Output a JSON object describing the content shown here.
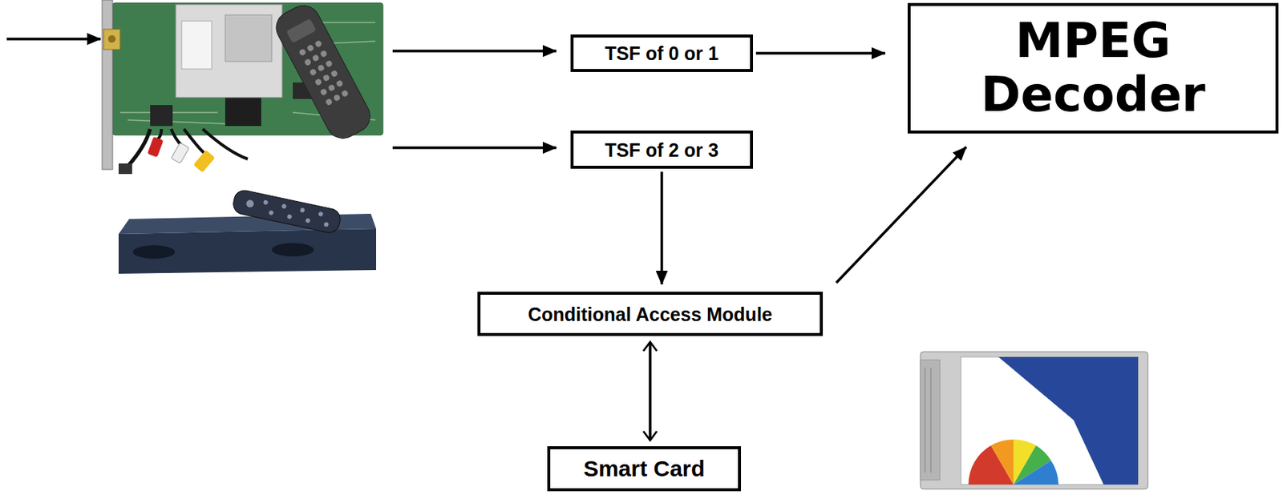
{
  "diagram": {
    "nodes": [
      {
        "text": [
          "TSF of 0 or 1"
        ]
      },
      {
        "text": [
          "MPEG Decoder"
        ]
      },
      {
        "text": [
          "TSF of 2 or 3"
        ]
      },
      {
        "text": [
          "Conditional Access Module"
        ]
      },
      {
        "text": [
          "Smart Card"
        ]
      }
    ],
    "edges": [
      {
        "from": 0,
        "to": 1,
        "arrow": "to"
      },
      {
        "from": 2,
        "to": 3,
        "arrow": "to"
      },
      {
        "from": 3,
        "to": 1,
        "arrow": "to"
      },
      {
        "from": 3,
        "to": 4,
        "arrow": "both"
      }
    ]
  }
}
